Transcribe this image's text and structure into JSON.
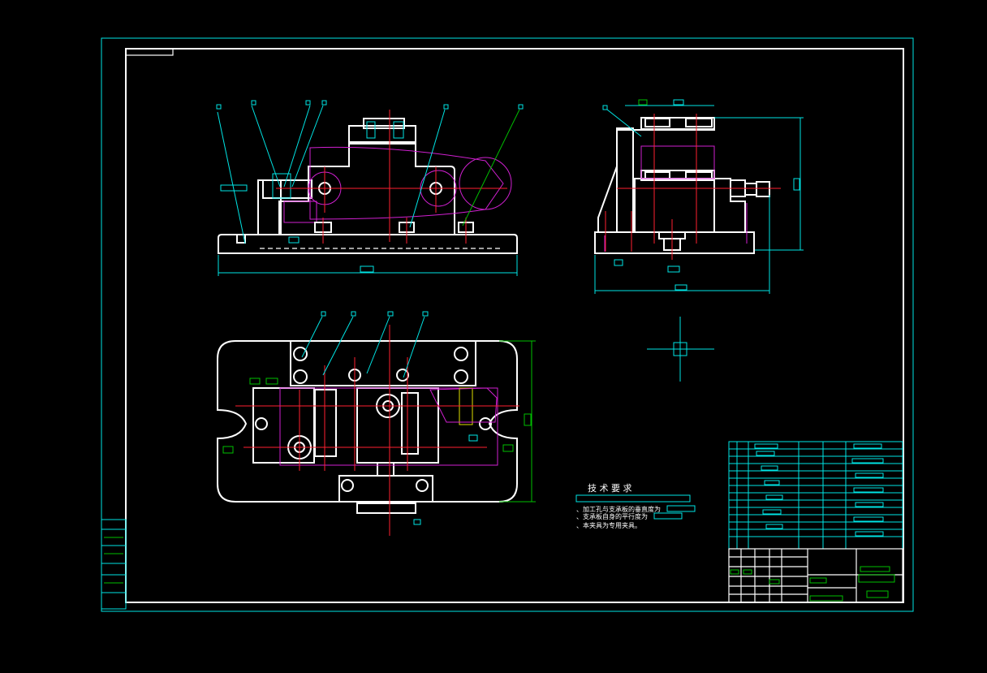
{
  "drawing": {
    "tech_requirements": {
      "title": "技 术 要 求",
      "items": [
        "、加工孔与支承板的垂直度为",
        "、支承板自身的平行度为",
        "、本夹具为专用夹具。"
      ]
    }
  }
}
